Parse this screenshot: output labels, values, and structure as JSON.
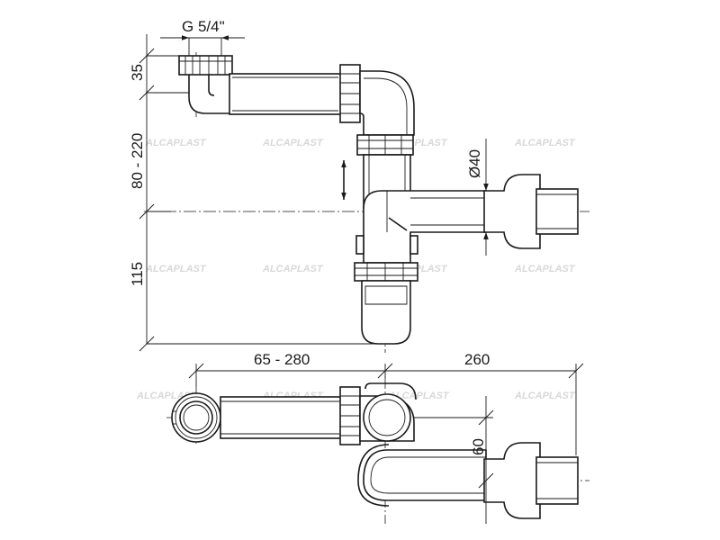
{
  "dimensions": {
    "thread": "G 5/4\"",
    "d35": "35",
    "d80_220": "80 - 220",
    "d115": "115",
    "diameter": "Ø40",
    "d65_280": "65 - 280",
    "d260": "260",
    "d60": "60"
  },
  "watermark": {
    "text": "ALCAPLAST"
  }
}
